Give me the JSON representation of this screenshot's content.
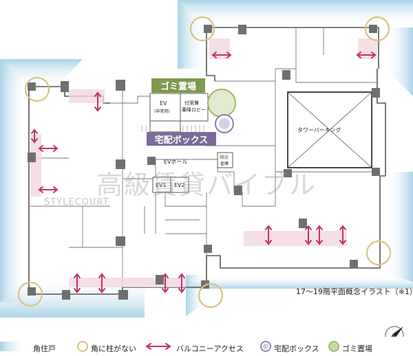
{
  "labels": {
    "gomi_tag": "ゴミ置場",
    "takuhai_tag": "宅配ボックス",
    "ev_service": "EV",
    "ev_service_sub": "(非常用)",
    "lobby_line1": "付室兼",
    "lobby_line2": "乗降ロビー",
    "ev_hall": "EVホール",
    "ev1": "EV1",
    "ev2": "EV2",
    "tower_parking": "タワーパーキング",
    "storage_line1": "防災",
    "storage_line2": "倉庫"
  },
  "watermark": {
    "main": "高級賃貸バイブル",
    "sub": "STYLECOURT"
  },
  "caption": "17〜19階平面概念イラスト（※1）",
  "legend": {
    "corner_unit": "角住戸",
    "no_column": "角に柱がない",
    "balcony_access": "バルコニーアクセス",
    "delivery_box": "宅配ボックス",
    "garbage": "ゴミ置場"
  },
  "colors": {
    "corner_glow": "#a9d3e6",
    "column_circle": "#d8c27a",
    "balcony_arrow": "#c0306a",
    "balcony_floor": "#f3d7de",
    "delivery": "#8a7aa8",
    "garbage": "#9bb563",
    "column": "#6f6f6f"
  }
}
